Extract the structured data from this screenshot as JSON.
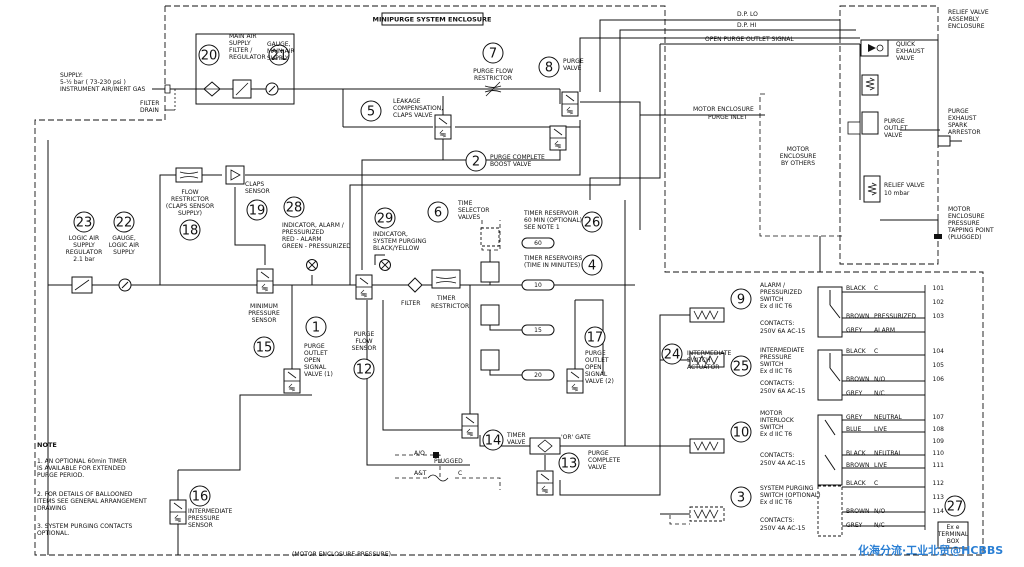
{
  "colors": {
    "line": "#111111",
    "watermark": "#2a7fd4",
    "background": "#ffffff"
  },
  "enclosures": {
    "minipurge": "MINIPURGE SYSTEM ENCLOSURE",
    "relief_valve": [
      "RELIEF VALVE",
      "ASSEMBLY",
      "ENCLOSURE"
    ],
    "motor_by_others": [
      "MOTOR",
      "ENCLOSURE",
      "BY OTHERS"
    ]
  },
  "signals": {
    "dp_lo": "D.P. LO",
    "dp_hi": "D.P. HI",
    "open_purge": "OPEN PURGE OUTLET SIGNAL",
    "motor_inlet": [
      "MOTOR ENCLOSURE",
      "PURGE INLET"
    ],
    "motor_pressure": "(MOTOR ENCLOSURE PRESSURE)"
  },
  "supply": [
    "SUPPLY:",
    "5-½ bar ( 73-230 psi )",
    "INSTRUMENT AIR/INERT GAS"
  ],
  "filter_drain": [
    "FILTER",
    "DRAIN"
  ],
  "components": [
    {
      "n": "20",
      "label": [
        "MAIN AIR",
        "SUPPLY",
        "FILTER /",
        "REGULATOR"
      ]
    },
    {
      "n": "21",
      "label": [
        "GAUGE,",
        "MAIN AIR",
        "SUPPLY"
      ]
    },
    {
      "n": "7",
      "label": [
        "PURGE FLOW",
        "RESTRICTOR"
      ]
    },
    {
      "n": "8",
      "label": [
        "PURGE",
        "VALVE"
      ]
    },
    {
      "n": "5",
      "label": [
        "LEAKAGE",
        "COMPENSATION,",
        "CLAPS VALVE"
      ]
    },
    {
      "n": "2",
      "label": [
        "PURGE COMPLETE",
        "BOOST VALVE"
      ]
    },
    {
      "n": "18",
      "label": [
        "FLOW",
        "RESTRICTOR",
        "(CLAPS SENSOR",
        "SUPPLY)"
      ]
    },
    {
      "n": "19",
      "label": [
        "CLAPS",
        "SENSOR"
      ]
    },
    {
      "n": "28",
      "label": [
        "INDICATOR, ALARM /",
        "PRESSURIZED",
        "RED - ALARM",
        "GREEN - PRESSURIZED"
      ]
    },
    {
      "n": "29",
      "label": [
        "INDICATOR,",
        "SYSTEM PURGING",
        "BLACK/YELLOW"
      ]
    },
    {
      "n": "6",
      "label": [
        "TIME",
        "SELECTOR",
        "VALVES"
      ]
    },
    {
      "n": "26",
      "label": [
        "TIMER RESERVOIR",
        "60 MIN (OPTIONAL)",
        "SEE NOTE 1"
      ]
    },
    {
      "n": "4",
      "label": [
        "TIMER RESERVOIRS",
        "(TIME IN MINUTES)"
      ]
    },
    {
      "n": "23",
      "label": [
        "LOGIC AIR",
        "SUPPLY",
        "REGULATOR",
        "2.1 bar"
      ]
    },
    {
      "n": "22",
      "label": [
        "GAUGE,",
        "LOGIC AIR",
        "SUPPLY"
      ]
    },
    {
      "n": "15",
      "label": [
        "MINIMUM",
        "PRESSURE",
        "SENSOR"
      ]
    },
    {
      "n": "1",
      "label": [
        "PURGE",
        "OUTLET",
        "OPEN",
        "SIGNAL",
        "VALVE (1)"
      ]
    },
    {
      "n": "12",
      "label": [
        "PURGE",
        "FLOW",
        "SENSOR"
      ]
    },
    {
      "n": "17",
      "label": [
        "PURGE",
        "OUTLET",
        "OPEN",
        "SIGNAL",
        "VALVE (2)"
      ]
    },
    {
      "n": "14",
      "label": [
        "TIMER",
        "VALVE"
      ]
    },
    {
      "n": "13",
      "label": [
        "PURGE",
        "COMPLETE",
        "VALVE"
      ]
    },
    {
      "n": "16",
      "label": [
        "INTERMEDIATE",
        "PRESSURE",
        "SENSOR"
      ]
    },
    {
      "n": "24",
      "label": [
        "INTERMEDIATE",
        "SWITCH",
        "ACTUATOR"
      ]
    },
    {
      "n": "9",
      "label": [
        "ALARM /",
        "PRESSURIZED",
        "SWITCH",
        "Ex d IIC T6"
      ]
    },
    {
      "n": "25",
      "label": [
        "INTERMEDIATE",
        "PRESSURE",
        "SWITCH",
        "Ex d IIC T6"
      ]
    },
    {
      "n": "10",
      "label": [
        "MOTOR",
        "INTERLOCK",
        "SWITCH",
        "Ex d IIC T6"
      ]
    },
    {
      "n": "3",
      "label": [
        "SYSTEM PURGING",
        "SWITCH (OPTIONAL)",
        "Ex d IIC T6"
      ]
    },
    {
      "n": "27",
      "label": [
        "Ex e",
        "TERMINAL",
        "BOX"
      ]
    }
  ],
  "contacts": "CONTACTS:",
  "ratings": {
    "ac15": "250V 6A AC-15",
    "ac15b": "250V 4A AC-15"
  },
  "reservoirs": [
    "60",
    "10",
    "15",
    "20"
  ],
  "filter_label": "FILTER",
  "timer_restrictor": [
    "TIMER",
    "RESTRICTOR"
  ],
  "or_gate": "'OR' GATE",
  "ao_plugged": {
    "ao": "A/O",
    "plugged": "PLUGGED"
  },
  "at_c": {
    "at": "A&T",
    "c": "C"
  },
  "relief_parts": {
    "quick_exhaust": [
      "QUICK",
      "EXHAUST",
      "VALVE"
    ],
    "purge_outlet": [
      "PURGE",
      "OUTLET",
      "VALVE"
    ],
    "relief": [
      "RELIEF VALVE",
      "10 mbar"
    ],
    "spark_arrestor": [
      "PURGE",
      "EXHAUST",
      "SPARK",
      "ARRESTOR"
    ],
    "tapping": [
      "MOTOR",
      "ENCLOSURE",
      "PRESSURE",
      "TAPPING POINT",
      "(PLUGGED)"
    ]
  },
  "terminals": [
    {
      "group": 9,
      "rows": [
        [
          "BLACK",
          "C",
          "101"
        ],
        [
          "",
          "",
          "102"
        ],
        [
          "BROWN",
          "PRESSURIZED",
          "103"
        ],
        [
          "GREY",
          "ALARM",
          ""
        ]
      ]
    },
    {
      "group": 25,
      "rows": [
        [
          "BLACK",
          "C",
          "104"
        ],
        [
          "",
          "",
          "105"
        ],
        [
          "BROWN",
          "N/O",
          "106"
        ],
        [
          "GREY",
          "N/C",
          ""
        ]
      ]
    },
    {
      "group": 10,
      "rows": [
        [
          "GREY",
          "NEUTRAL",
          "107"
        ],
        [
          "BLUE",
          "LIVE",
          "108"
        ],
        [
          "",
          "",
          "109"
        ],
        [
          "BLACK",
          "NEUTRAL",
          "110"
        ],
        [
          "BROWN",
          "LIVE",
          "111"
        ]
      ]
    },
    {
      "group": 3,
      "rows": [
        [
          "BLACK",
          "C",
          "112"
        ],
        [
          "",
          "",
          "113"
        ],
        [
          "BROWN",
          "N/O",
          "114"
        ],
        [
          "GREY",
          "N/C",
          ""
        ]
      ]
    }
  ],
  "notes": {
    "title": "NOTE",
    "items": [
      [
        "1.  AN OPTIONAL 60min TIMER",
        "     IS AVAILABLE FOR EXTENDED",
        "     PURGE PERIOD."
      ],
      [
        "2.  FOR DETAILS OF BALLOONED",
        "     ITEMS SEE GENERAL ARRANGEMENT",
        "     DRAWING"
      ],
      [
        "3.  SYSTEM PURGING CONTACTS",
        "     OPTIONAL."
      ]
    ]
  },
  "watermark": "化海分流·工业北贸@HCBBS"
}
